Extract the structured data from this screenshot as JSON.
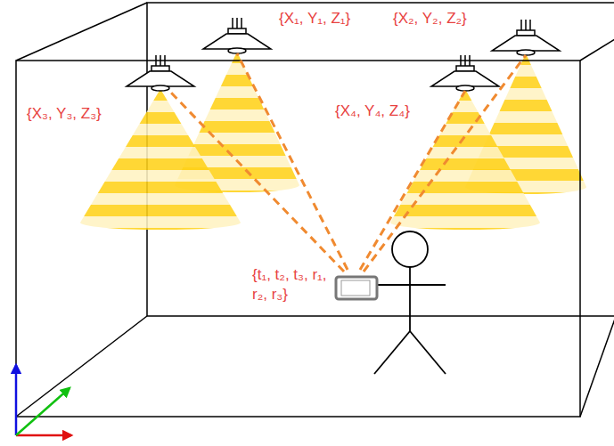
{
  "diagram": {
    "labels": [
      "{X₁, Y₁, Z₁}",
      "{X₂, Y₂, Z₂}",
      "{X₃, Y₃, Z₃}",
      "{X₄, Y₄, Z₄}",
      "{t₁, t₂, t₃, r₁, r₂, r₃}"
    ]
  }
}
